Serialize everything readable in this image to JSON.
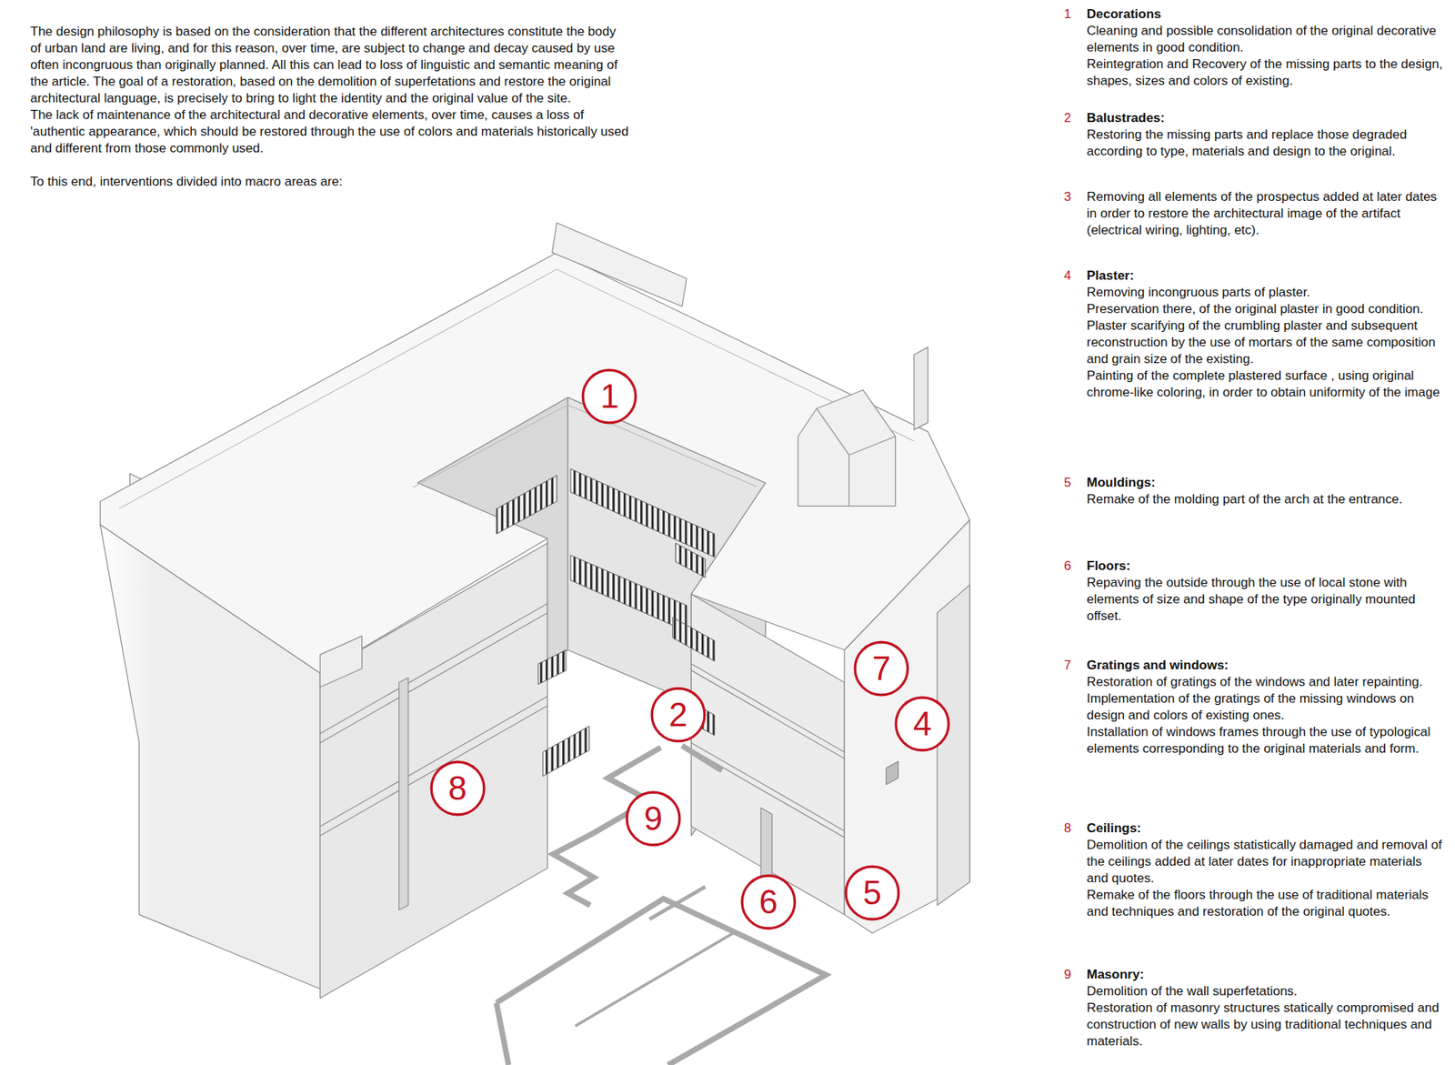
{
  "diagram": {
    "nodes": [
      {
        "text": [
          "1"
        ]
      },
      {
        "text": [
          "7"
        ]
      },
      {
        "text": [
          "2"
        ]
      },
      {
        "text": [
          "4"
        ]
      },
      {
        "text": [
          "8"
        ]
      },
      {
        "text": [
          "9"
        ]
      },
      {
        "text": [
          "5"
        ]
      },
      {
        "text": [
          "6"
        ]
      }
    ],
    "labels": [
      "The design philosophy is based on the consideration that the different architectures constitute the body of urban land are living, and for this reason, over time, are subject to change and decay caused by use often incongruous than originally planned. All this can lead to loss of linguistic and semantic meaning of the article. The goal of a restoration, based on the demolition of superfetations and restore the original architectural language, is precisely to bring to light the identity and the original value of the site.",
      "The lack of maintenance of the architectural and decorative elements, over time, causes a loss of 'authentic appearance, which should be restored through the use of colors and materials historically used and different from those commonly used.",
      "To this end, interventions divided into macro areas are:",
      "1",
      "Decorations",
      "Cleaning and possible consolidation of the original decorative elements in good condition.",
      "Reintegration and Recovery of the missing parts to the design, shapes, sizes and colors of existing.",
      "2",
      "Balustrades:",
      "Restoring the missing parts and replace those degraded according to type, materials and design to the original.",
      "3",
      "Removing all elements of the prospectus added at later dates in order to restore the architectural image of the artifact (electrical wiring, lighting, etc).",
      "4",
      "Plaster:",
      "Removing incongruous parts of plaster.",
      "Preservation there, of the original plaster in good condition.",
      "Plaster scarifying of the crumbling plaster and subsequent reconstruction by the use of mortars of the same composition and grain size of the existing.",
      "Painting of the complete plastered surface , using original chrome-like coloring, in order to obtain uniformity of the image",
      "5",
      "Mouldings:",
      "Remake of the molding part of the arch at the entrance.",
      "6",
      "Floors:",
      "Repaving the outside through the use of local stone with elements of size and shape of the type originally mounted offset.",
      "7",
      "Gratings and windows:",
      "Restoration of gratings of the windows and later repainting. Implementation of the gratings of the missing windows on design and colors of existing ones.",
      "Installation of windows frames through the use of typological elements corresponding to the original materials and form.",
      "8",
      "Ceilings:",
      "Demolition of the ceilings statistically damaged and removal of the ceilings added at later dates for inappropriate materials and quotes.",
      "Remake of the floors through the use of traditional materials and techniques and restoration of the original quotes.",
      "9",
      "Masonry:",
      "Demolition of the wall superfetations.",
      "Restoration of masonry structures statically compromised and construction of new walls by using traditional techniques and materials."
    ]
  }
}
